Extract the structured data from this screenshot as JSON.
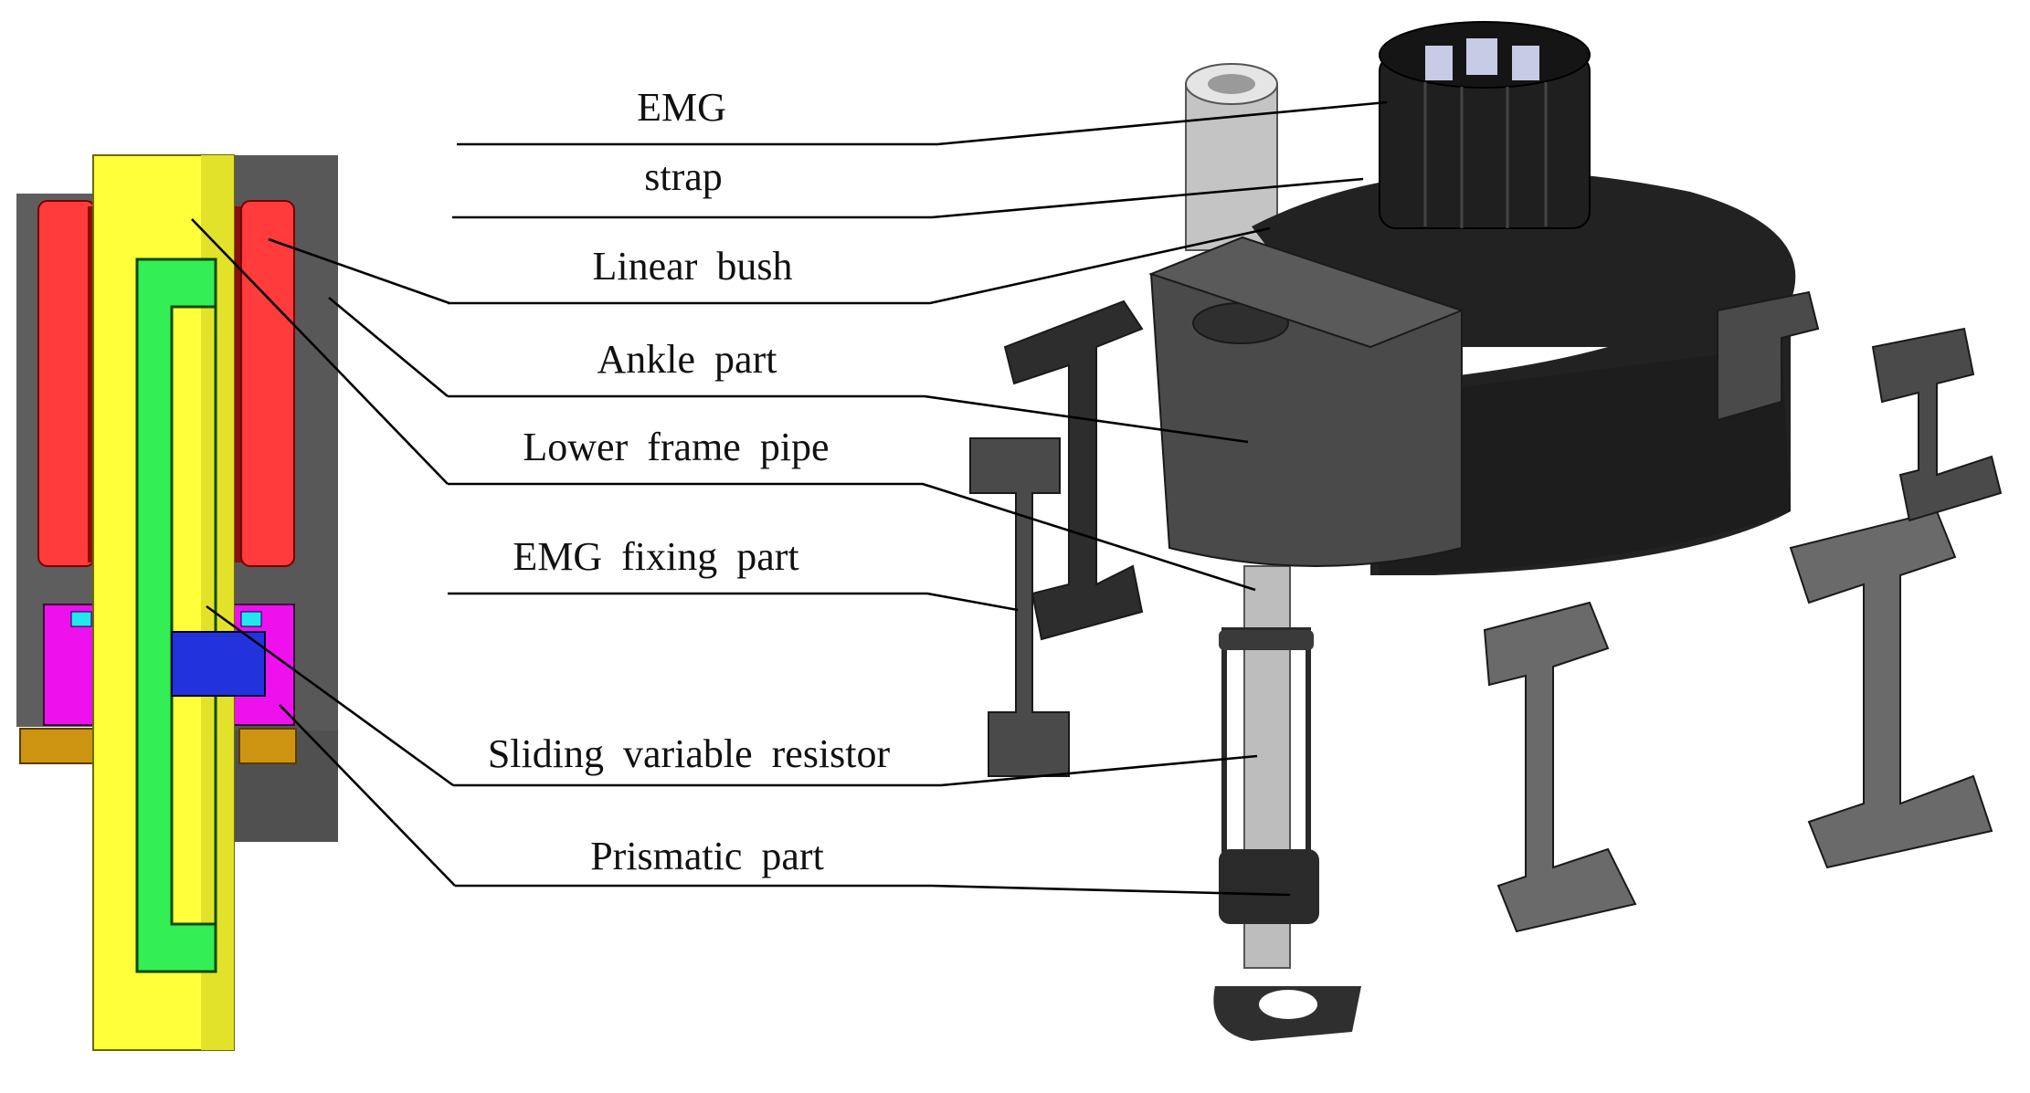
{
  "labels": {
    "emg": "EMG",
    "strap": "strap",
    "linear_bush": "Linear bush",
    "ankle_part": "Ankle part",
    "lower_frame_pipe": "Lower frame pipe",
    "emg_fixing_part": "EMG fixing part",
    "sliding_variable_resistor": "Sliding variable resistor",
    "prismatic_part": "Prismatic part"
  },
  "colors": {
    "yellow_pipe": "#ffff3a",
    "green_slider": "#33ee55",
    "red_coil": "#ff3b3b",
    "dark_red": "#8a0f0f",
    "magenta": "#ee11ee",
    "blue_block": "#2233dd",
    "cyan_bearing": "#22e8ee",
    "gold_base": "#cc9411",
    "gray_housing": "#606060",
    "dark_part": "#2d2d2d"
  }
}
